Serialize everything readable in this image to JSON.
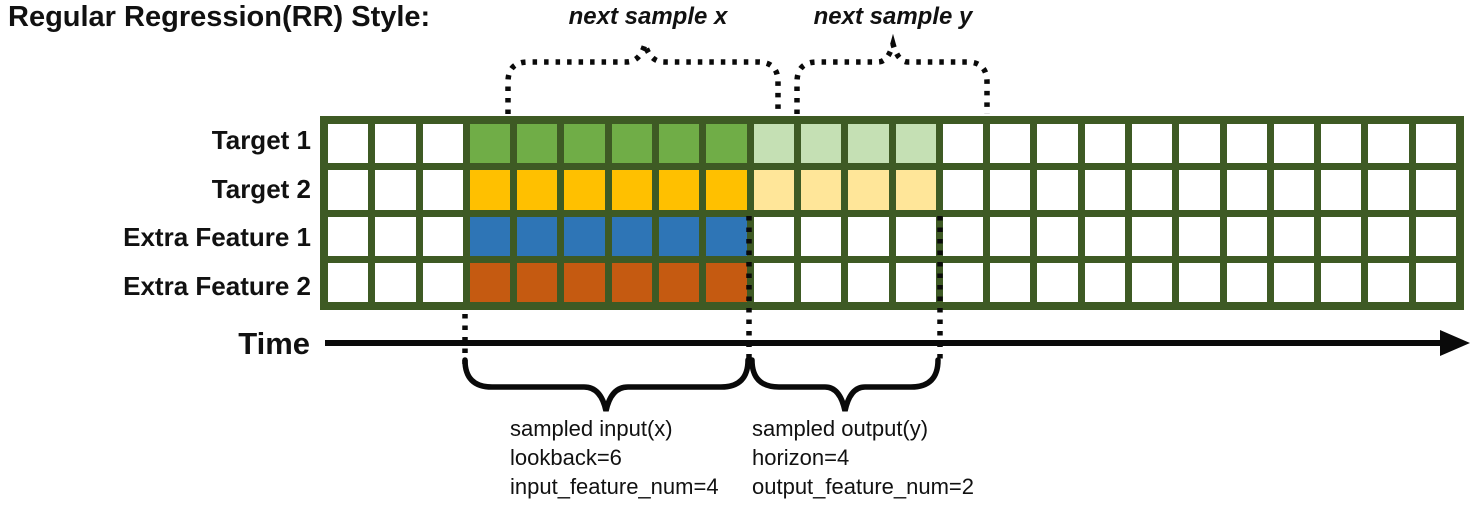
{
  "title": "Regular Regression(RR) Style:",
  "colors": {
    "grid_border": "#3E5A24",
    "target1_input": "#70AD47",
    "target1_output": "#C5E0B4",
    "target2_input": "#FFC000",
    "target2_output": "#FFE699",
    "extra_feature1_input": "#2E75B6",
    "extra_feature2_input": "#C55A11",
    "line_black": "#0a0a0a"
  },
  "grid": {
    "total_columns": 24,
    "lead_blank_columns": 3,
    "input_columns": 6,
    "output_columns": 4,
    "rows": [
      {
        "label": "Target 1",
        "input_color": "#70AD47",
        "output_color": "#C5E0B4"
      },
      {
        "label": "Target 2",
        "input_color": "#FFC000",
        "output_color": "#FFE699"
      },
      {
        "label": "Extra Feature 1",
        "input_color": "#2E75B6",
        "output_color": null
      },
      {
        "label": "Extra Feature 2",
        "input_color": "#C55A11",
        "output_color": null
      }
    ]
  },
  "annotations": {
    "next_sample_x": "next sample x",
    "next_sample_y": "next sample y",
    "time_axis_label": "Time",
    "input_block": [
      "sampled input(x)",
      "lookback=6",
      "input_feature_num=4"
    ],
    "output_block": [
      "sampled output(y)",
      "horizon=4",
      "output_feature_num=2"
    ]
  }
}
